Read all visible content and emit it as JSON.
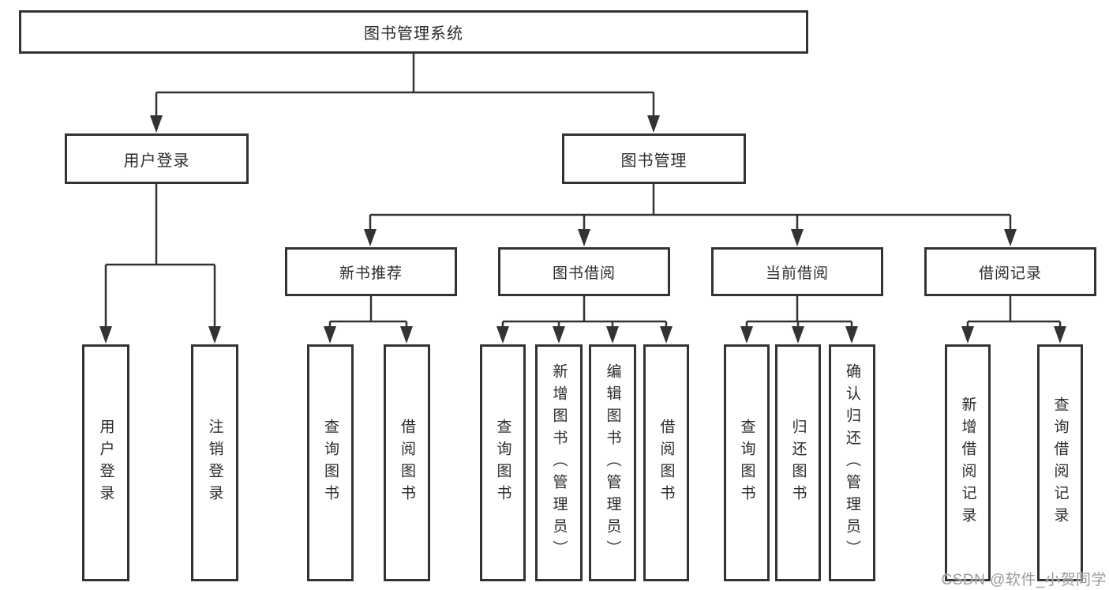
{
  "tree": {
    "root": "图书管理系统",
    "branches": [
      {
        "label": "用户登录",
        "children": [
          {
            "label": "用户登录"
          },
          {
            "label": "注销登录"
          }
        ]
      },
      {
        "label": "图书管理",
        "children": [
          {
            "label": "新书推荐",
            "children": [
              {
                "label": "查询图书"
              },
              {
                "label": "借阅图书"
              }
            ]
          },
          {
            "label": "图书借阅",
            "children": [
              {
                "label": "查询图书"
              },
              {
                "label": "新增图书（管理员）"
              },
              {
                "label": "编辑图书（管理员）"
              },
              {
                "label": "借阅图书"
              }
            ]
          },
          {
            "label": "当前借阅",
            "children": [
              {
                "label": "查询图书"
              },
              {
                "label": "归还图书"
              },
              {
                "label": "确认归还（管理员）"
              }
            ]
          },
          {
            "label": "借阅记录",
            "children": [
              {
                "label": "新增借阅记录"
              },
              {
                "label": "查询借阅记录"
              }
            ]
          }
        ]
      }
    ]
  },
  "watermark": "CSDN @软件_小贺同学",
  "colors": {
    "line": "#333333",
    "text": "#2b2b2b",
    "watermark": "#9b9b9b",
    "background": "#ffffff"
  }
}
